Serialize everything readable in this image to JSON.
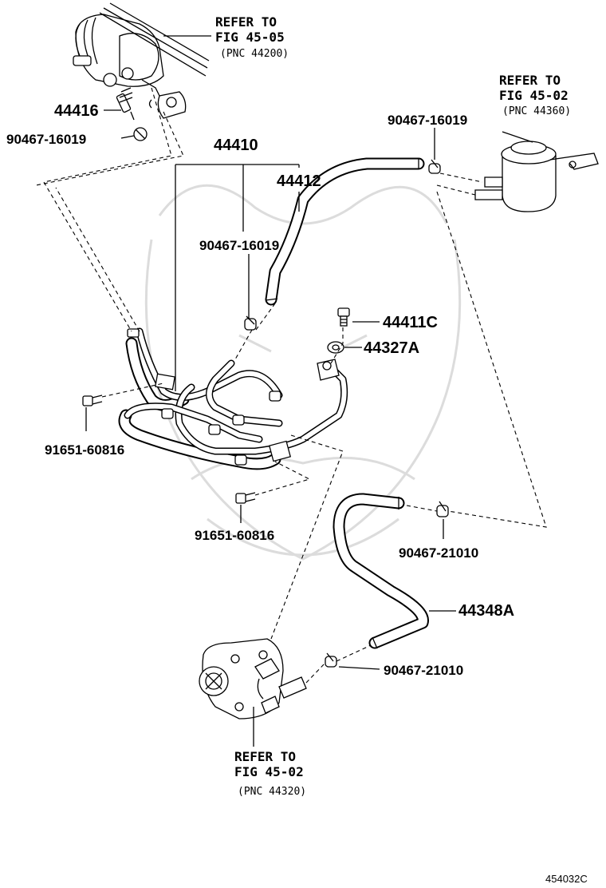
{
  "diagram_code": "454032C",
  "references": {
    "top_left": {
      "line1": "REFER TO",
      "line2": "FIG 45-05",
      "pnc": "(PNC 44200)"
    },
    "top_right": {
      "line1": "REFER TO",
      "line2": "FIG 45-02",
      "pnc": "(PNC 44360)"
    },
    "bottom": {
      "line1": "REFER TO",
      "line2": "FIG 45-02",
      "pnc": "(PNC 44320)"
    }
  },
  "parts": {
    "union_44416": "44416",
    "clip_top_left": "90467-16019",
    "pipe_assy_44410": "44410",
    "hose_44412": "44412",
    "clip_center": "90467-16019",
    "clip_top_right": "90467-16019",
    "union_bolt_44411C": "44411C",
    "gasket_44327A": "44327A",
    "bolt_left": "91651-60816",
    "bolt_bottom": "91651-60816",
    "clip_right": "90467-21010",
    "hose_44348A": "44348A",
    "clip_bottom": "90467-21010"
  }
}
